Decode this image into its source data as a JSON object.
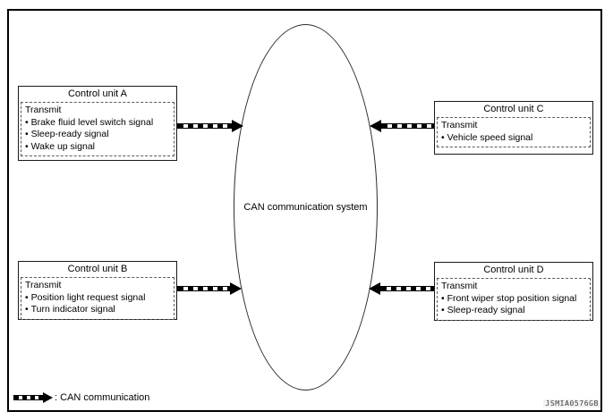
{
  "diagram": {
    "center": {
      "label": "CAN communication system"
    },
    "units": {
      "a": {
        "title": "Control unit A",
        "section": "Transmit",
        "signals": [
          "Brake fluid level switch signal",
          "Sleep-ready signal",
          "Wake up signal"
        ],
        "arrow_direction": "to-center"
      },
      "b": {
        "title": "Control unit B",
        "section": "Transmit",
        "signals": [
          "Position light request signal",
          "Turn indicator signal"
        ],
        "arrow_direction": "to-center"
      },
      "c": {
        "title": "Control unit C",
        "section": "Transmit",
        "signals": [
          "Vehicle speed signal"
        ],
        "arrow_direction": "to-center"
      },
      "d": {
        "title": "Control unit D",
        "section": "Transmit",
        "signals": [
          "Front wiper stop position signal",
          "Sleep-ready signal"
        ],
        "arrow_direction": "to-center"
      }
    },
    "legend": {
      "label": ": CAN communication",
      "arrow_style": "dashed-can-arrow"
    },
    "watermark": "JSMIA0576GB",
    "colors": {
      "line": "#000000",
      "background": "#ffffff"
    }
  }
}
